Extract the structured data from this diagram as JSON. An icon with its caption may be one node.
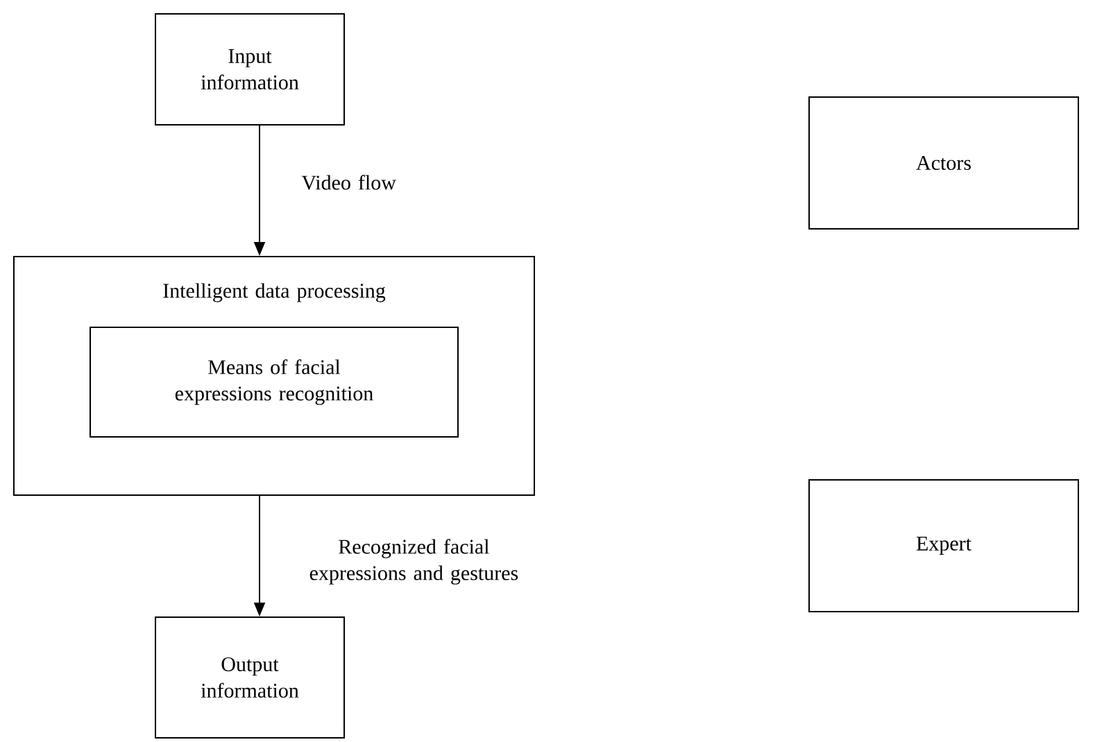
{
  "diagram": {
    "nodes": [
      {
        "text": [
          "Input information"
        ]
      },
      {
        "text": [
          "Intelligent data processing"
        ]
      },
      {
        "text": [
          "Means of facial expressions recognition"
        ],
        "in": 1
      },
      {
        "text": [
          "Output information"
        ]
      },
      {
        "text": [
          "Actors"
        ]
      },
      {
        "text": [
          "Expert"
        ]
      }
    ],
    "edges": [
      {
        "from": 0,
        "to": 1,
        "arrow": "to",
        "label": "Video flow"
      },
      {
        "from": 1,
        "to": 3,
        "arrow": "to",
        "label": "Recognized facial expressions and gestures"
      }
    ]
  }
}
